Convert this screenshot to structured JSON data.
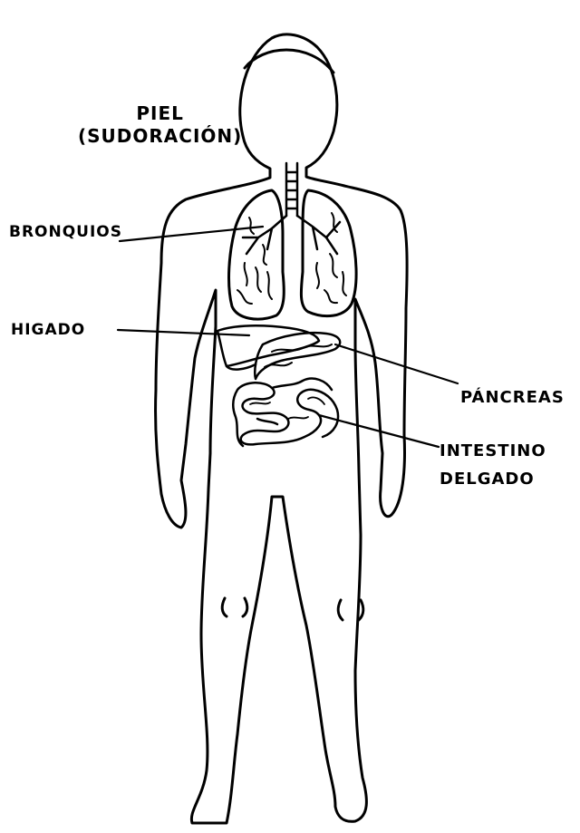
{
  "labels": {
    "skin_line1": "PIEL",
    "skin_line2": "(SUDORACIÓN)",
    "bronchi": "BRONQUIOS",
    "liver": "HIGADO",
    "pancreas": "PÁNCREAS",
    "intestine_line1": "INTESTINO",
    "intestine_line2": "DELGADO"
  },
  "colors": {
    "ink": "#000000",
    "background": "#ffffff"
  }
}
